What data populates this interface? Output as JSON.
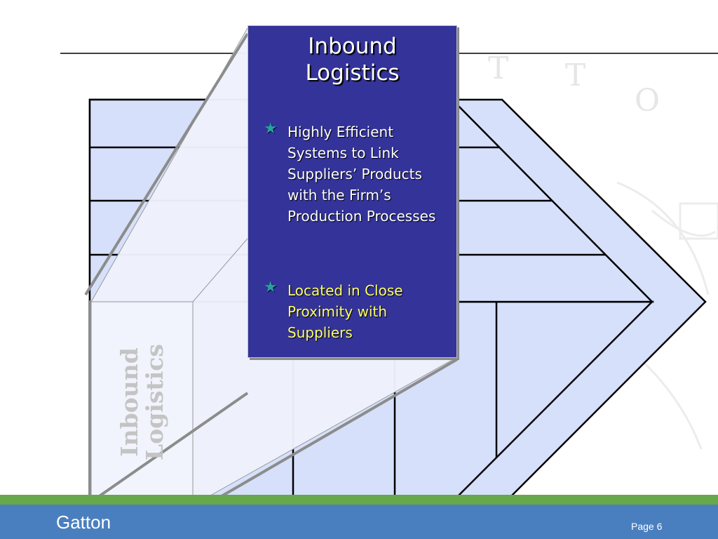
{
  "callout": {
    "title_line1": "Inbound",
    "title_line2": "Logistics",
    "bullet1": "Highly Efficient Systems to Link Suppliers’ Products with the Firm’s Production Processes",
    "bullet2": "Located in Close Proximity with Suppliers",
    "bullet_icon": "star-icon",
    "star_color": "#2aa198"
  },
  "side_label": "Inbound\nLogistics",
  "watermark_letters": "T T O",
  "footer": {
    "brand": "Gatton",
    "page": "Page 6"
  },
  "colors": {
    "callout_bg": "#333399",
    "chain_fill": "#d6e0fa",
    "footer_blue": "#4a7fbf",
    "footer_green": "#66a84a",
    "highlight_text": "#ffff66"
  }
}
